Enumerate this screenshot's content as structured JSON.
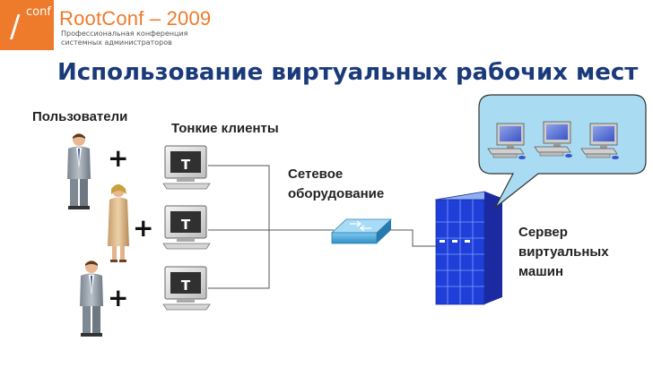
{
  "brand": {
    "name": "RootConf – 2009",
    "logo_small": "conf",
    "subtitle_line1": "Профессиональная конференция",
    "subtitle_line2": "системных администраторов"
  },
  "title": "Использование виртуальных рабочих мест",
  "labels": {
    "users": "Пользователи",
    "thin_clients": "Тонкие клиенты",
    "network_line1": "Сетевое",
    "network_line2": "оборудование",
    "server_line1": "Сервер",
    "server_line2": "виртуальных",
    "server_line3": "машин"
  },
  "plus_sign": "+",
  "terminal_letter": "T",
  "colors": {
    "brand_orange": "#ee7a2c",
    "title_blue": "#1a3a7a",
    "server_blue": "#1f3fd8",
    "bubble_fill": "#a9dbf2"
  }
}
